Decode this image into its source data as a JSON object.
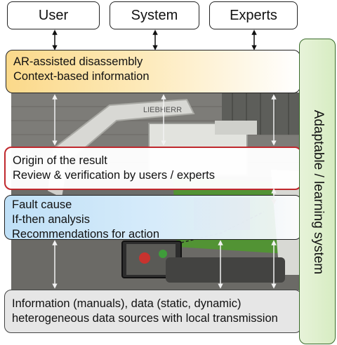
{
  "actors": [
    "User",
    "System",
    "Experts"
  ],
  "layers": {
    "ar": [
      "AR-assisted disassembly",
      "Context-based information"
    ],
    "origin": [
      "Origin of the result",
      "Review & verification by users / experts"
    ],
    "fault": [
      "Fault cause",
      "If-then analysis",
      "Recommendations for action"
    ],
    "data": [
      "Information (manuals), data (static, dynamic)",
      "heterogeneous data sources with local transmission"
    ]
  },
  "side_panel": "Adaptable / learning system",
  "photo_text": "LIEBHERR",
  "colors": {
    "ar_fill": "#fbd98a",
    "origin_border": "#c0282d",
    "fault_fill": "#bfe0f7",
    "data_fill": "#e6e6e6",
    "panel_border": "#3a6b2b",
    "machine_green": "#4e9a2c"
  }
}
